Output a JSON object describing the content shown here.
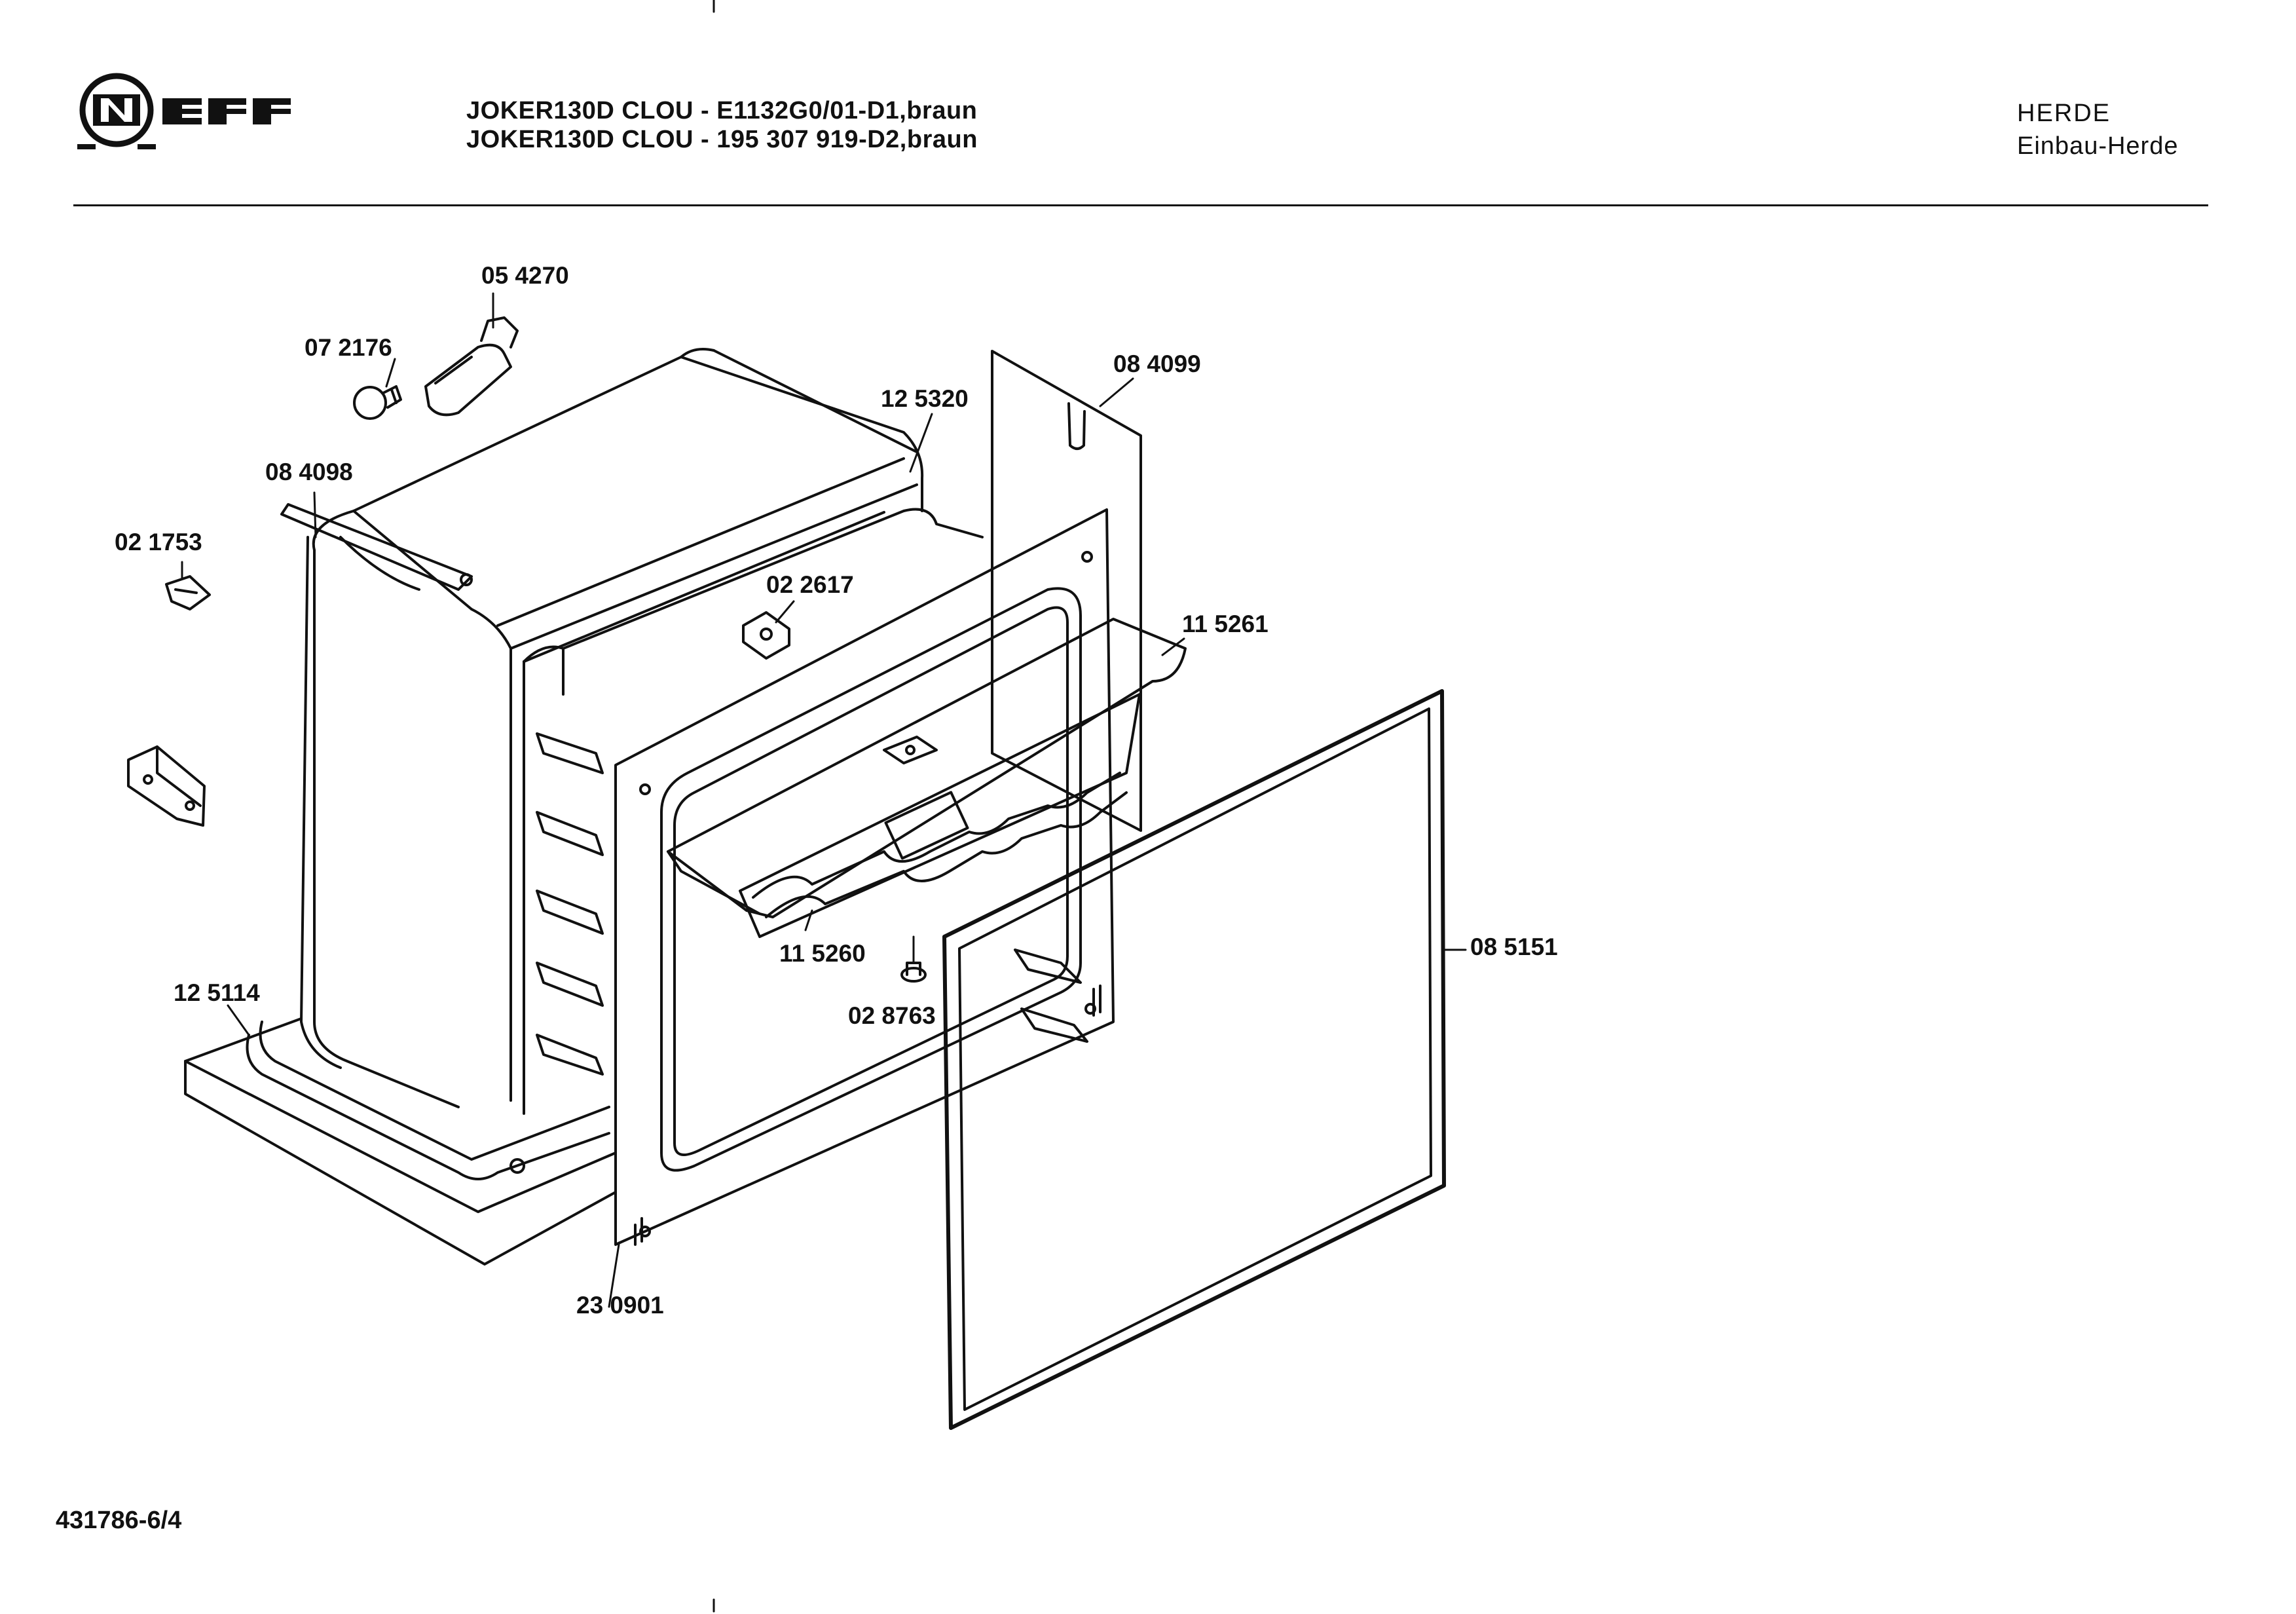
{
  "header": {
    "brand": "NEFF",
    "title_line1": "JOKER130D CLOU - E1132G0/01-D1,braun",
    "title_line2": "JOKER130D CLOU - 195 307 919-D2,braun",
    "category": "HERDE",
    "subcategory": "Einbau-Herde"
  },
  "callouts": {
    "p054270": "05 4270",
    "p072176": "07 2176",
    "p125320": "12 5320",
    "p084099": "08 4099",
    "p084098": "08 4098",
    "p021753": "02 1753",
    "p022617": "02 2617",
    "p115261": "11 5261",
    "p115260": "11 5260",
    "p028763": "02 8763",
    "p085151": "08 5151",
    "p125114": "12 5114",
    "p230901": "23 0901"
  },
  "footer": {
    "doc_number": "431786-6/4"
  }
}
